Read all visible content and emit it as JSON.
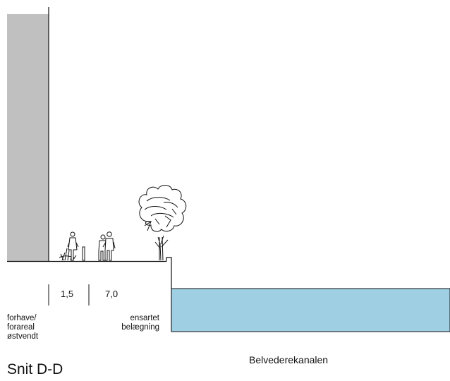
{
  "diagram": {
    "title": "Snit D-D",
    "canal_label": "Belvederekanalen",
    "dimensions": [
      {
        "id": "dim-forhave",
        "value": ""
      },
      {
        "id": "dim-sidewalk",
        "value": "1,5"
      },
      {
        "id": "dim-paving",
        "value": "7,0"
      }
    ],
    "zone_labels": {
      "front_area": [
        "forhave/",
        "forareal",
        "østvendt"
      ],
      "paving": [
        "ensartet",
        "belægning"
      ]
    },
    "icons": [
      "building-wall",
      "person-figure",
      "couple-figure",
      "bollard",
      "shrub",
      "tree",
      "canal-water"
    ],
    "colors": {
      "building": "#c0c0c0",
      "water": "#9ecfe3",
      "line": "#111111"
    }
  }
}
